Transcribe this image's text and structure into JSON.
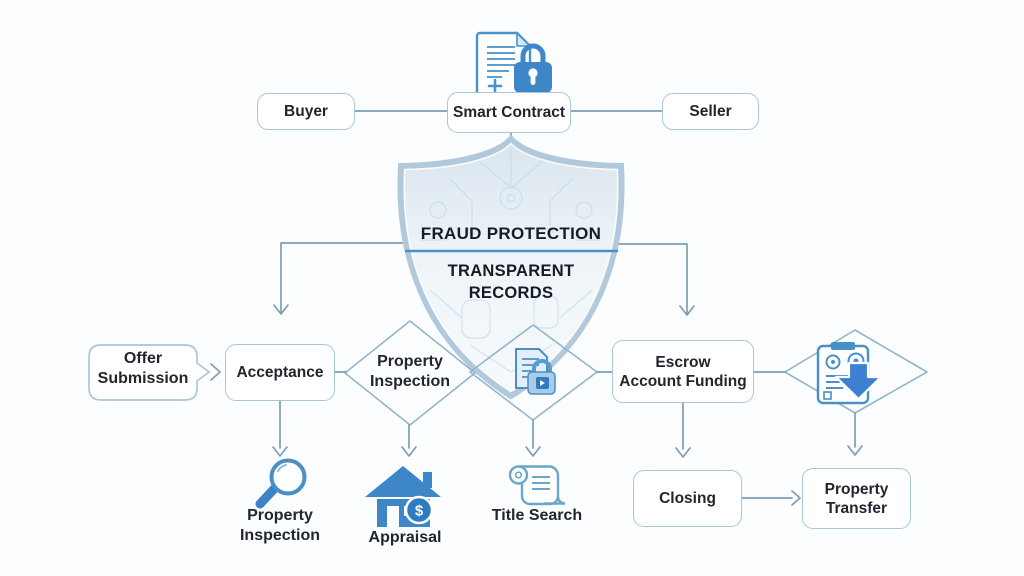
{
  "canvas": {
    "background": "#fcfdfe"
  },
  "colors": {
    "box_border": "#a9c6d8",
    "diamond_border": "#8fb6cd",
    "connector": "#7d9db4",
    "icon_blue": "#3d87c8",
    "icon_outline_blue": "#4a90c8",
    "shield_border": "#b2c9db",
    "shield_fill_top": "#d8e4ee",
    "shield_fill_bottom": "#f6fafc",
    "divider_blue": "#4a90c8",
    "text_dark": "#21262e"
  },
  "parties": {
    "buyer": "Buyer",
    "smart_contract": "Smart Contract",
    "seller": "Seller"
  },
  "shield": {
    "fraud_protection": "FRAUD PROTECTION",
    "transparent": {
      "line1": "TRANSPARENT",
      "line2": "RECORDS"
    }
  },
  "process": {
    "offer_submission": {
      "line1": "Offer",
      "line2": "Submission"
    },
    "acceptance": "Acceptance",
    "property_inspection": {
      "line1": "Property",
      "line2": "Inspection"
    },
    "escrow": {
      "line1": "Escrow",
      "line2": "Account Funding"
    },
    "closing": "Closing",
    "property_transfer": {
      "line1": "Property",
      "line2": "Transfer"
    }
  },
  "diligence": {
    "property_inspection": {
      "line1": "Property",
      "line2": "Inspection"
    },
    "appraisal": "Appraisal",
    "title_search": "Title Search"
  },
  "icons": {
    "smart_contract": "document-lock-icon",
    "secure_records": "document-lock-icon",
    "contract_execution": "contract-download-icon",
    "property_inspection": "magnifier-icon",
    "appraisal": "house-dollar-icon",
    "appraisal_dollar": "$",
    "title_search": "scroll-icon"
  }
}
